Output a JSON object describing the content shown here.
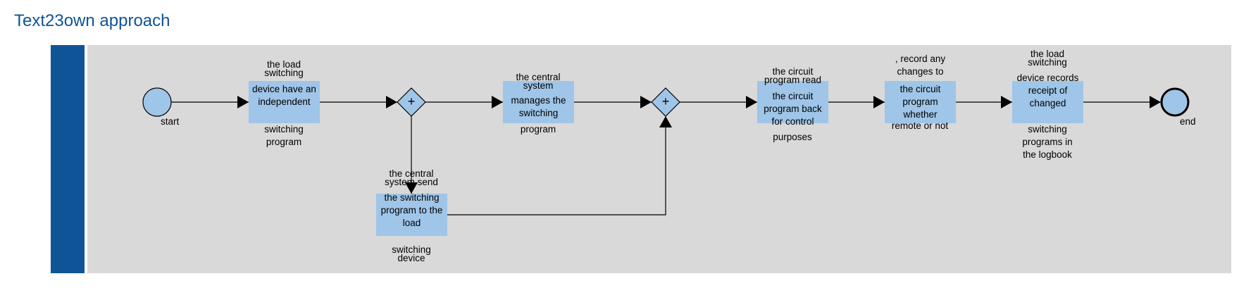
{
  "diagram": {
    "title": "Text23own approach",
    "colors": {
      "title": "#0f5496",
      "pool_band": "#0f5496",
      "lane": "#d9d9d9",
      "task_fill": "#9fc5e8",
      "event_fill": "#9fc5e8",
      "stroke": "#000000"
    },
    "events": {
      "start": "start",
      "end": "end"
    },
    "gateways": {
      "split": "+",
      "join": "+"
    },
    "tasks": {
      "t1": {
        "above": "the load switching",
        "inside": "device have an independent",
        "below": "switching program"
      },
      "t2": {
        "above": "the central system",
        "inside": "manages the switching",
        "below": "program"
      },
      "t3": {
        "above": "the central system send",
        "inside": "the switching program to the load",
        "below": "switching device"
      },
      "t4": {
        "above": "the circuit program read",
        "inside": "the circuit program back for control",
        "below": "purposes"
      },
      "t5": {
        "above": ", record any changes to",
        "inside": "the circuit program whether",
        "below": "remote or not"
      },
      "t6": {
        "above": "the load switching",
        "inside": "device records receipt of changed",
        "below": "switching programs in the logbook"
      }
    }
  }
}
